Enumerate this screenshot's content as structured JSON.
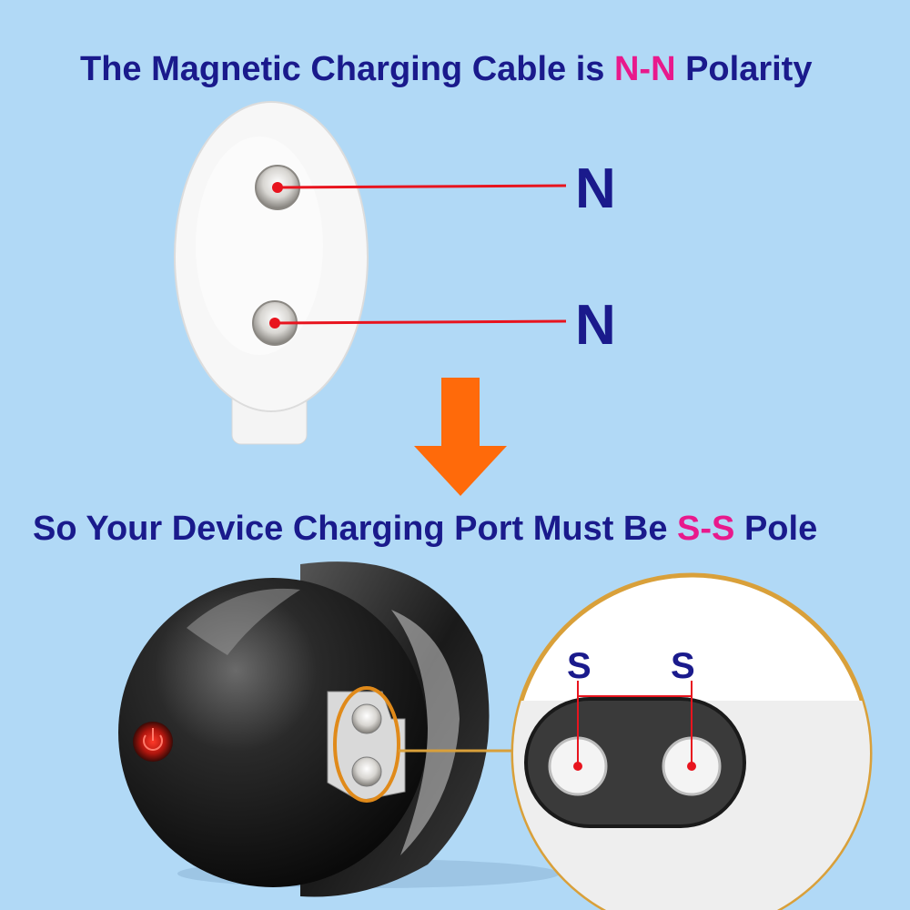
{
  "headline_top": {
    "prefix": "The Magnetic Charging Cable is ",
    "highlight": "N-N",
    "suffix": " Polarity"
  },
  "headline_mid": {
    "prefix": "So Your Device Charging Port Must Be ",
    "highlight": "S-S",
    "suffix": " Pole"
  },
  "cable_pins": [
    {
      "label": "N"
    },
    {
      "label": "N"
    }
  ],
  "port_pins": [
    {
      "label": "S"
    },
    {
      "label": "S"
    }
  ],
  "colors": {
    "background": "#b1d9f6",
    "text": "#1a1a8c",
    "highlight": "#e8198c",
    "arrow": "#ff6a0a",
    "pointer_line": "#e8141e",
    "callout_ring": "#d9a03a"
  }
}
